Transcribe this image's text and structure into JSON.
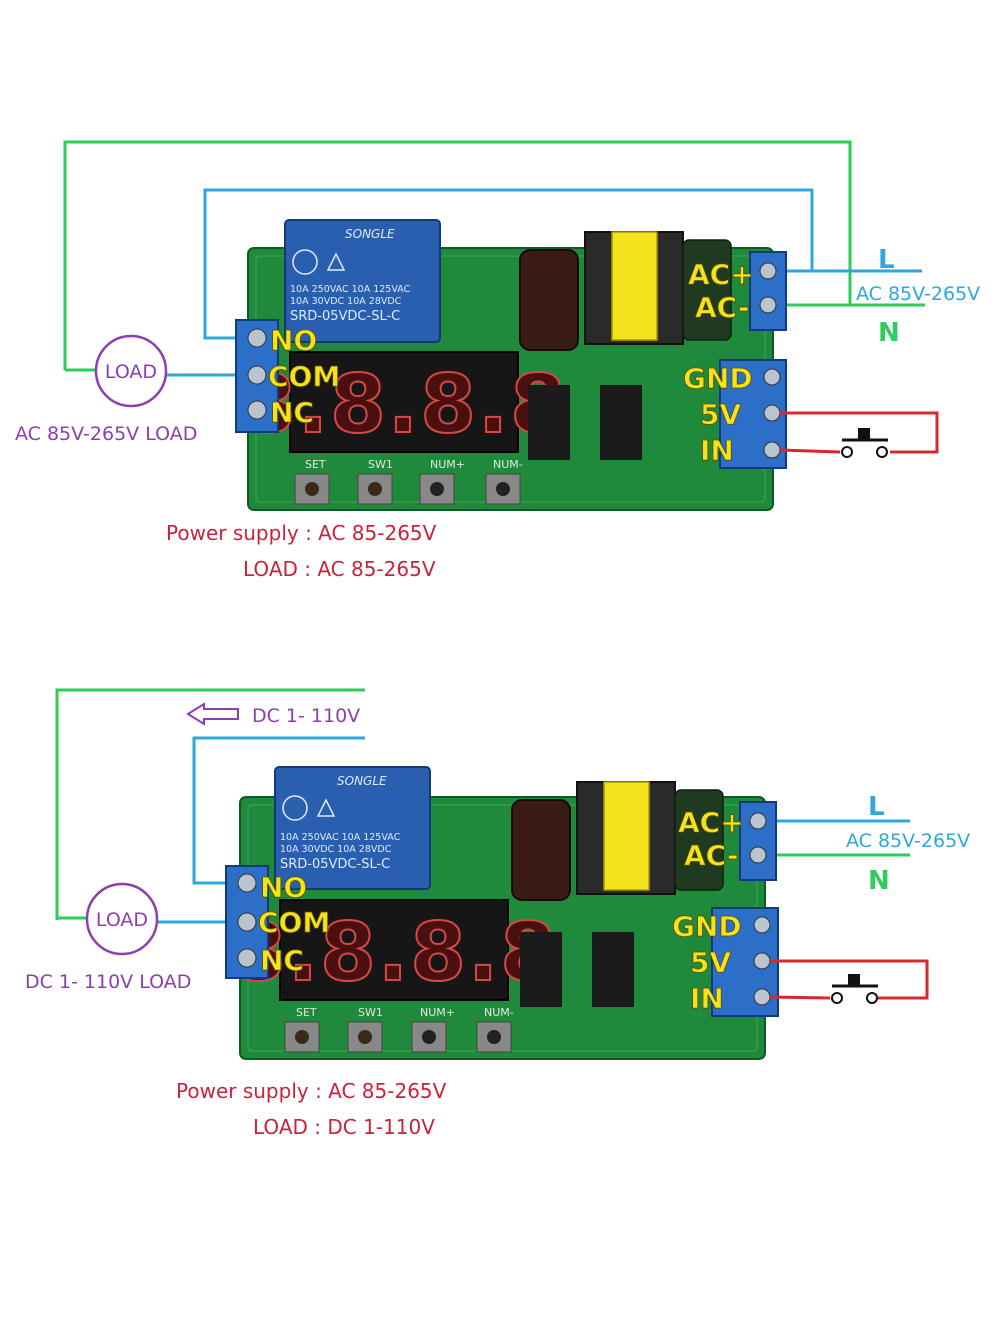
{
  "colors": {
    "green_wire": "#2ecc5a",
    "blue_wire": "#2ea8dc",
    "red_wire": "#d8282e",
    "purple": "#8e3fae",
    "red_text": "#c8233a",
    "pcb": "#1f8a3b",
    "relay": "#2a5fb0",
    "terminal": "#2c6fc8",
    "pin_text": "#f4e21a"
  },
  "panels": [
    {
      "source_label": "AC 85V-265V LOAD",
      "source_arrow": "",
      "load_label": "LOAD",
      "line_label": "L",
      "neutral_label": "N",
      "supply_range": "AC 85V-265V",
      "power_supply_text": "Power supply : AC 85-265V",
      "load_text": "LOAD : AC 85-265V"
    },
    {
      "source_label": "DC 1- 110V LOAD",
      "source_arrow": "DC 1- 110V",
      "load_label": "LOAD",
      "line_label": "L",
      "neutral_label": "N",
      "supply_range": "AC 85V-265V",
      "power_supply_text": "Power supply : AC 85-265V",
      "load_text": "LOAD : DC 1-110V"
    }
  ],
  "board": {
    "relay_brand": "SONGLE",
    "relay_rating_1": "10A 250VAC  10A 125VAC",
    "relay_rating_2": "10A 30VDC  10A 28VDC",
    "relay_model": "SRD-05VDC-SL-C",
    "pins_left": [
      "NO",
      "COM",
      "NC"
    ],
    "pins_right_top": [
      "AC+",
      "AC-"
    ],
    "pins_right_bottom": [
      "GND",
      "5V",
      "IN"
    ],
    "buttons": [
      "SET",
      "SW1",
      "NUM+",
      "NUM-"
    ],
    "display": "8.8.8.8"
  }
}
